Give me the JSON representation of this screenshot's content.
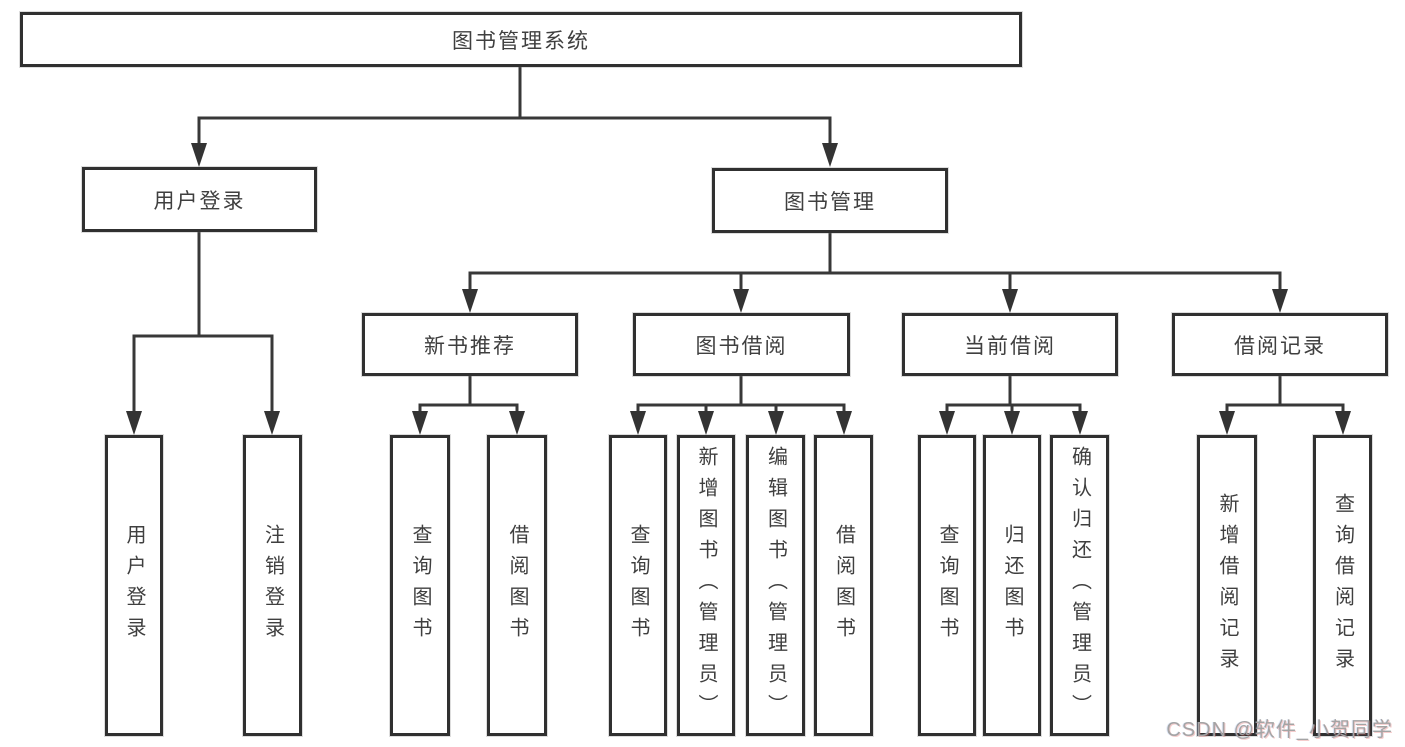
{
  "tree": {
    "root": "图书管理系统",
    "children": [
      {
        "label": "用户登录",
        "children": [
          "用户登录",
          "注销登录"
        ]
      },
      {
        "label": "图书管理",
        "children": [
          {
            "label": "新书推荐",
            "children": [
              "查询图书",
              "借阅图书"
            ]
          },
          {
            "label": "图书借阅",
            "children": [
              "查询图书",
              "新增图书（管理员）",
              "编辑图书（管理员）",
              "借阅图书"
            ]
          },
          {
            "label": "当前借阅",
            "children": [
              "查询图书",
              "归还图书",
              "确认归还（管理员）"
            ]
          },
          {
            "label": "借阅记录",
            "children": [
              "新增借阅记录",
              "查询借阅记录"
            ]
          }
        ]
      }
    ]
  },
  "watermark": {
    "text": "CSDN @软件_小贺同学"
  },
  "colors": {
    "line": "#383838",
    "box_border": "#303030",
    "text": "#3f3f3f",
    "background": "#ffffff",
    "watermark": "#a4a4a4"
  }
}
